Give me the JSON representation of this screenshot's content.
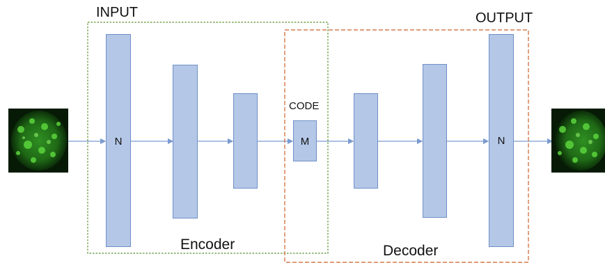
{
  "diagram": {
    "input_label": "INPUT",
    "output_label": "OUTPUT",
    "code_label": "CODE",
    "encoder_label": "Encoder",
    "decoder_label": "Decoder",
    "layer_labels": {
      "input": "N",
      "code": "M",
      "output": "N"
    },
    "colors": {
      "layer_fill": "#b4c7e7",
      "layer_stroke": "#6f8fc7",
      "arrow": "#7a9bd0",
      "encoder_box": "#5a8f2f",
      "decoder_box": "#d0622a",
      "image_glow": "#3fae2a",
      "image_bg": "#061a05"
    },
    "icons": {
      "input_image": "fluorescent-cell-image",
      "output_image": "fluorescent-cell-image"
    }
  }
}
